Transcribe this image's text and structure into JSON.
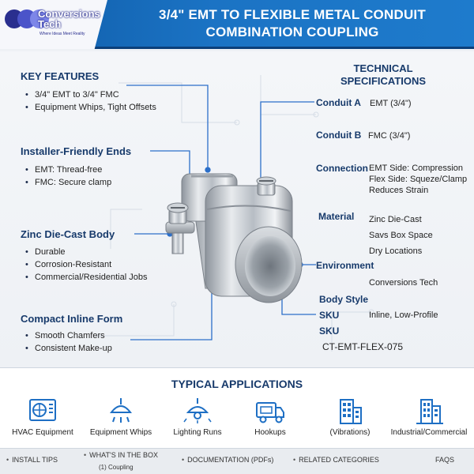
{
  "header": {
    "brand": "Conversions Tech",
    "tagline": "Where Ideas Meet Reality",
    "title_line1": "3/4\" EMT TO FLEXIBLE METAL CONDUIT",
    "title_line2": "COMBINATION COUPLING"
  },
  "features": {
    "key": {
      "heading": "KEY FEATURES",
      "items": [
        "3/4\" EMT to 3/4\" FMC",
        "Equipment Whips, Tight Offsets"
      ]
    },
    "installer": {
      "heading": "Installer-Friendly Ends",
      "items": [
        "EMT: Thread-free",
        "FMC: Secure clamp"
      ]
    },
    "body": {
      "heading": "Zinc Die-Cast Body",
      "items": [
        "Durable",
        "Corrosion-Resistant",
        "Commercial/Residential Jobs"
      ]
    },
    "form": {
      "heading": "Compact Inline Form",
      "items": [
        "Smooth Chamfers",
        "Consistent Make-up"
      ]
    }
  },
  "specs": {
    "title_line1": "TECHNICAL",
    "title_line2": "SPECIFICATIONS",
    "conduit_a_label": "Conduit A",
    "conduit_a_value": "EMT (3/4\")",
    "conduit_b_label": "Conduit B",
    "conduit_b_value": "FMC (3/4\")",
    "connection_label": "Connection",
    "connection_values": [
      "EMT Side: Compression",
      "Flex Side: Squeze/Clamp",
      "Reduces Strain"
    ],
    "material_label": "Material",
    "material_values": [
      "Zinc Die-Cast",
      "Savs Box Space",
      "Dry Locations"
    ],
    "environment_label": "Environment",
    "environment_value": "Conversions Tech",
    "body_style_label": "Body Style",
    "sku_label_1": "SKU",
    "sku_value_1": "Inline, Low-Profile",
    "sku_label_2": "SKU",
    "sku_value_2": "CT-EMT-FLEX-075"
  },
  "applications": {
    "title": "TYPICAL APPLICATIONS",
    "items": [
      {
        "label": "HVAC Equipment",
        "icon": "hvac-unit-icon"
      },
      {
        "label": "Equipment Whips",
        "icon": "whip-light-icon"
      },
      {
        "label": "Lighting Runs",
        "icon": "pendant-light-icon"
      },
      {
        "label": "Hookups",
        "icon": "truck-icon"
      },
      {
        "label": "(Vibrations)",
        "icon": "building-icon"
      },
      {
        "label": "Industrial/Commercial",
        "icon": "factory-building-icon"
      }
    ]
  },
  "nav": {
    "install_tips": "INSTALL TIPS",
    "in_the_box": "WHAT'S IN THE BOX",
    "in_the_box_sub": "(1) Coupling",
    "documentation": "DOCUMENTATION (PDFs)",
    "related": "RELATED CATEGORIES",
    "faqs": "FAQS"
  },
  "colors": {
    "header_blue": "#1b73c4",
    "heading_navy": "#173a6b",
    "accent_line": "#2c6fc9"
  }
}
